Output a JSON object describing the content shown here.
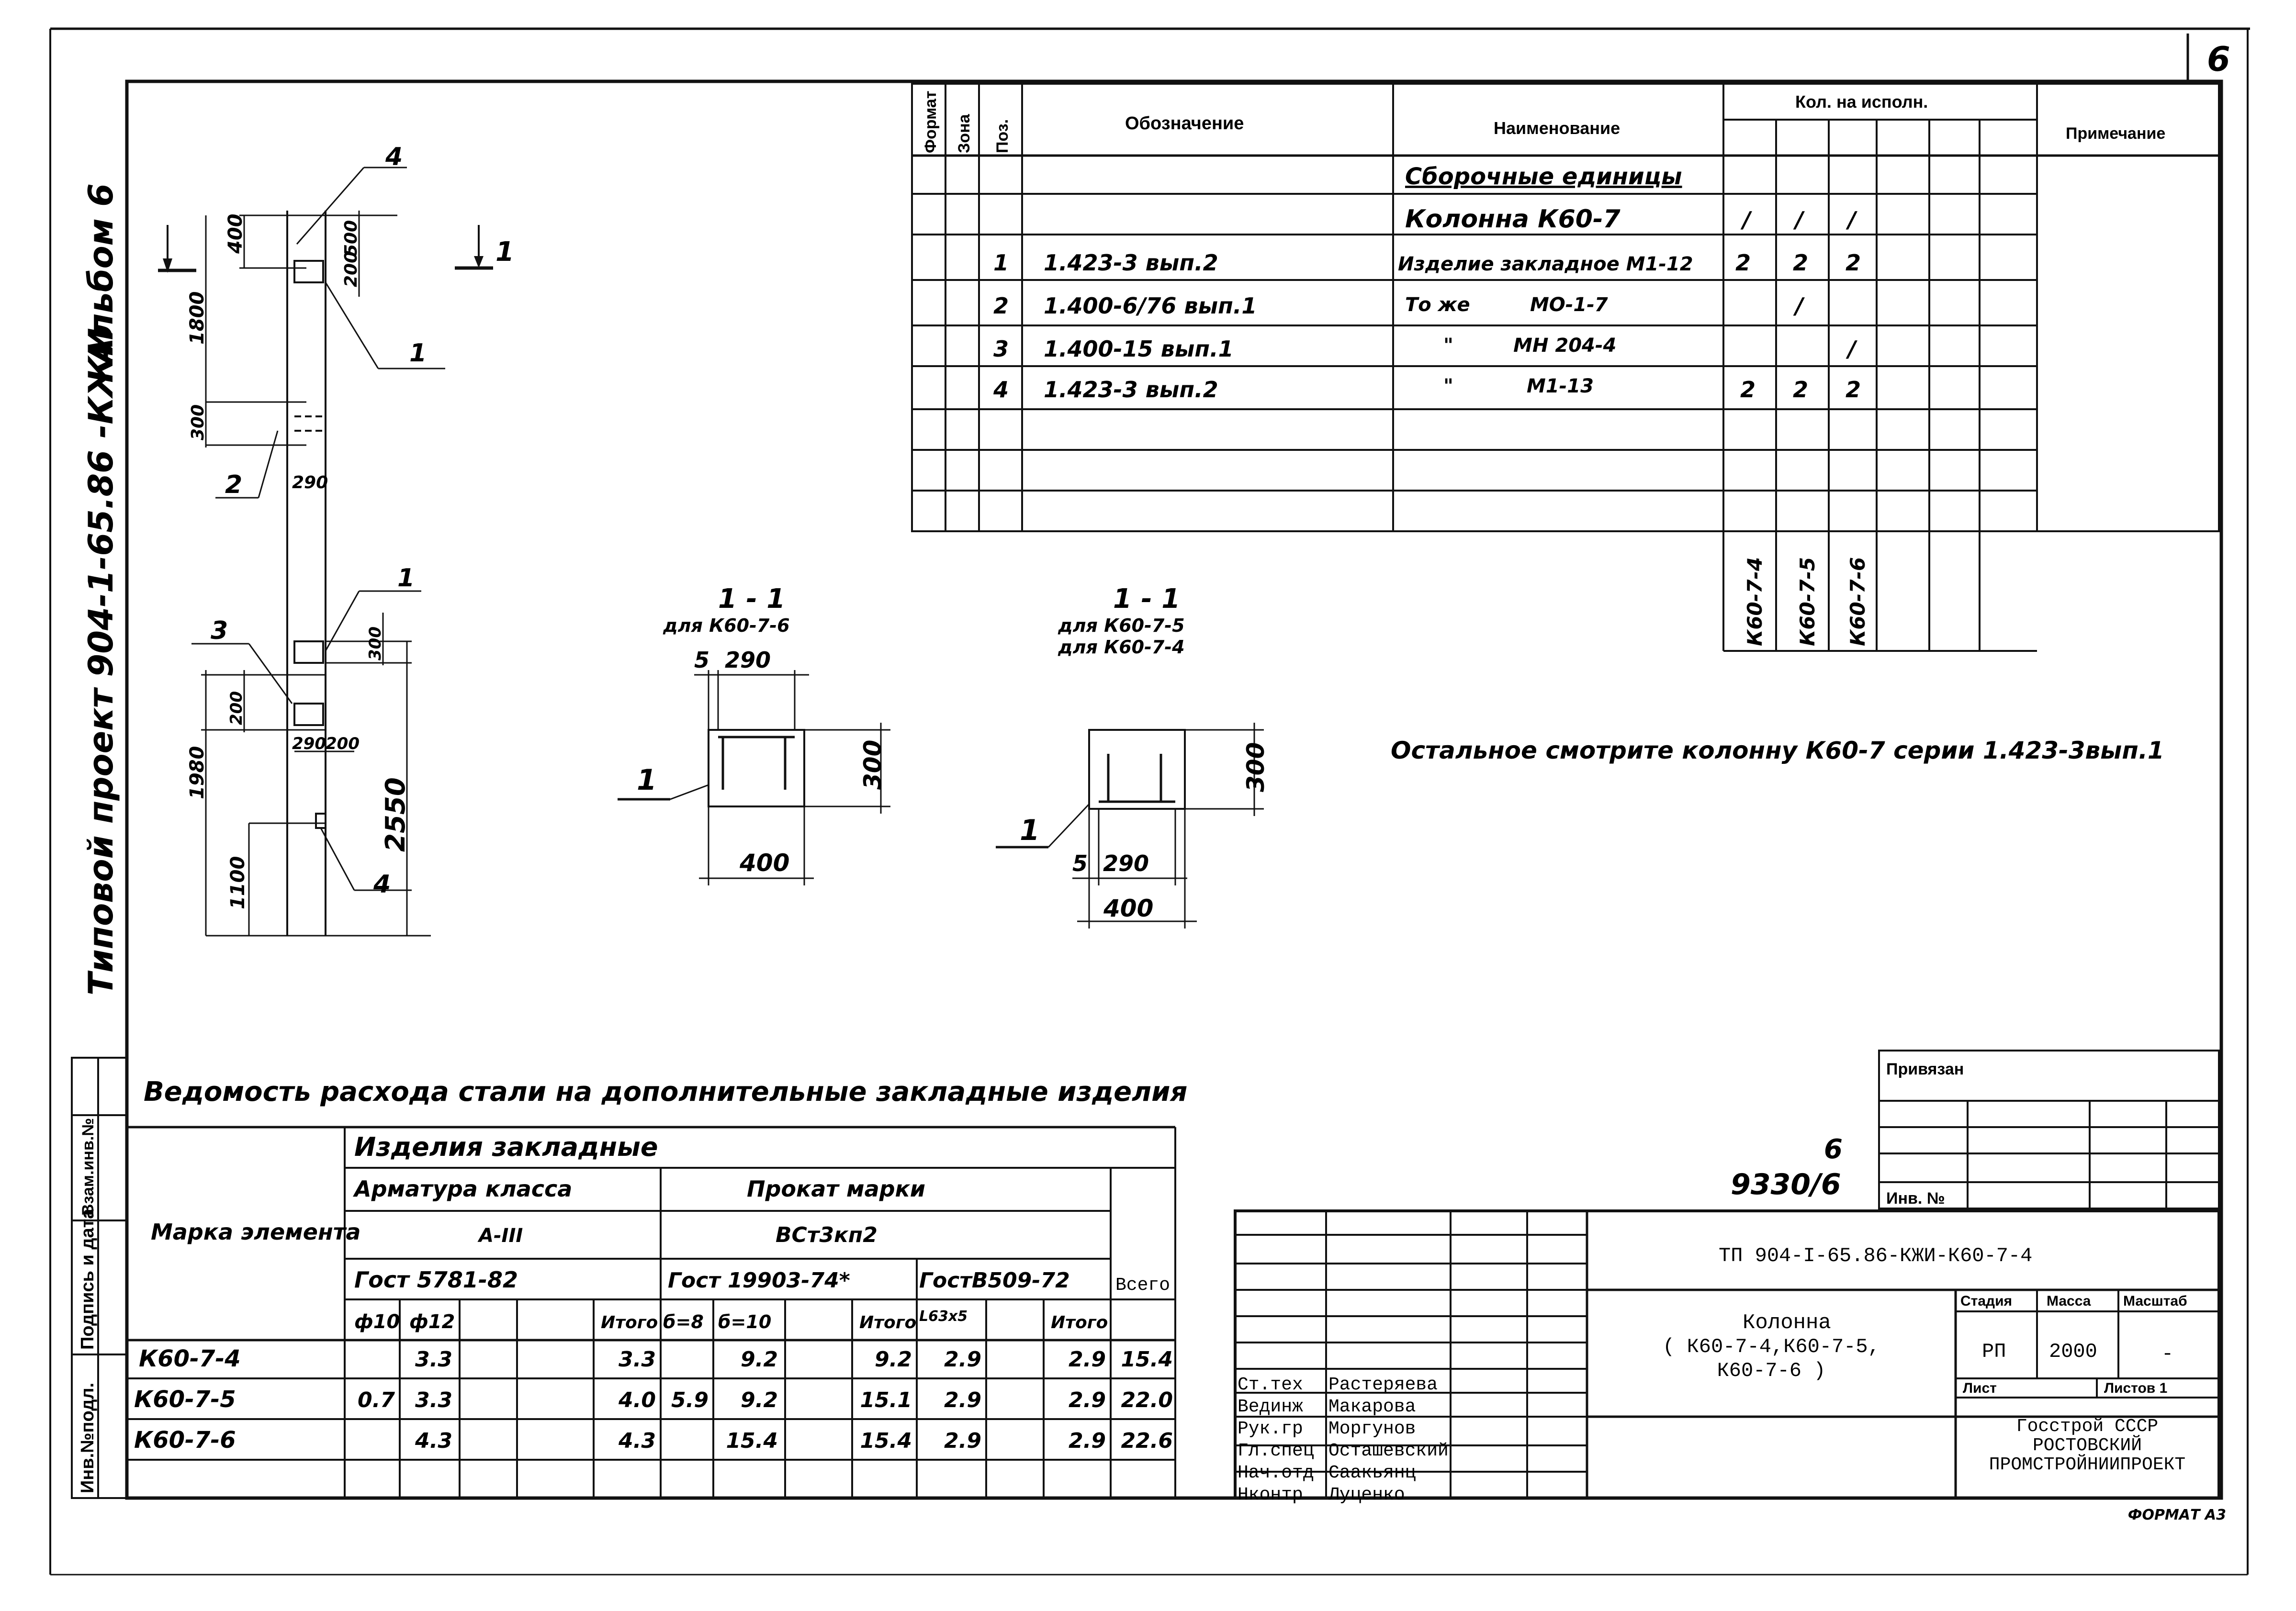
{
  "sheet_number": "6",
  "side_title": {
    "album": "Альбом 6",
    "project": "Типовой проект 904-1-65.86 -КЖИ"
  },
  "side_stamp": [
    "Инв.№подл.",
    "Подпись и дата",
    "Взам.инв.№"
  ],
  "spec_table": {
    "headers": {
      "format": "Формат",
      "zone": "Зона",
      "pos": "Поз.",
      "designation": "Обозначение",
      "name": "Наименование",
      "qty": "Кол. на исполн.",
      "note": "Примечание"
    },
    "section_title": "Сборочные единицы",
    "rows": [
      {
        "pos": "",
        "designation": "",
        "name": "Колонна К60-7",
        "q1": "/",
        "q2": "/",
        "q3": "/"
      },
      {
        "pos": "1",
        "designation": "1.423-3 вып.2",
        "name": "Изделие закладное М1-12",
        "q1": "2",
        "q2": "2",
        "q3": "2"
      },
      {
        "pos": "2",
        "designation": "1.400-6/76 вып.1",
        "name": "То же         МО-1-7",
        "q1": "",
        "q2": "/",
        "q3": ""
      },
      {
        "pos": "3",
        "designation": "1.400-15 вып.1",
        "name": "\"         МН 204-4",
        "q1": "",
        "q2": "",
        "q3": "/"
      },
      {
        "pos": "4",
        "designation": "1.423-3 вып.2",
        "name": "\"           М1-13",
        "q1": "2",
        "q2": "2",
        "q3": "2"
      }
    ],
    "columns_variants": [
      "К60-7-4",
      "К60-7-5",
      "К60-7-6"
    ]
  },
  "note_text": "Остальное смотрите колонну К60-7 серии 1.423-3вып.1",
  "elevation": {
    "section_marker": "1",
    "dims": [
      "400",
      "1800",
      "300",
      "290",
      "200",
      "1980",
      "1100",
      "2550",
      "300",
      "290",
      "200",
      "200",
      "500"
    ],
    "leaders": [
      "4",
      "1",
      "2",
      "1",
      "3",
      "4"
    ]
  },
  "section_a": {
    "title": "1 - 1",
    "subtitle": "для К60-7-6",
    "dim_top": "5  290",
    "dim_side": "300",
    "dim_bottom": "400",
    "leader": "1"
  },
  "section_b": {
    "title": "1 - 1",
    "subtitle1": "для К60-7-5",
    "subtitle2": "для К60-7-4",
    "dim_side": "300",
    "dim_mid": "5  290",
    "dim_bottom": "400",
    "leader": "1"
  },
  "steel_table": {
    "title": "Ведомость расхода стали на дополнительные закладные изделия",
    "mark_header": "Марка элемента",
    "group_header": "Изделия закладные",
    "armature": "Арматура класса",
    "armature_class": "А-III",
    "rolled": "Прокат марки",
    "rolled_grade": "ВСт3кп2",
    "gost1": "Гост 5781-82",
    "gost2": "Гост 19903-74*",
    "gost3": "ГостВ509-72",
    "total_header": "Всего",
    "sub": [
      "ф10",
      "ф12",
      "",
      "",
      "Итого",
      "б=8",
      "б=10",
      "",
      "Итого",
      "L63х5",
      "",
      "Итого"
    ],
    "rows": [
      {
        "mark": "К60-7-4",
        "v": [
          "",
          "3.3",
          "",
          "",
          "3.3",
          "",
          "9.2",
          "",
          "9.2",
          "2.9",
          "",
          "2.9"
        ],
        "total": "15.4"
      },
      {
        "mark": "К60-7-5",
        "v": [
          "0.7",
          "3.3",
          "",
          "",
          "4.0",
          "5.9",
          "9.2",
          "",
          "15.1",
          "2.9",
          "",
          "2.9"
        ],
        "total": "22.0"
      },
      {
        "mark": "К60-7-6",
        "v": [
          "",
          "4.3",
          "",
          "",
          "4.3",
          "",
          "15.4",
          "",
          "15.4",
          "2.9",
          "",
          "2.9"
        ],
        "total": "22.6"
      }
    ]
  },
  "privyazan": "Привязан",
  "inv": {
    "label": "Инв. №",
    "number_top": "6",
    "number": "9330/6"
  },
  "title_block": {
    "code": "ТП 904-I-65.86-КЖИ-К60-7-4",
    "name": "Колонна\n( К60-7-4,К60-7-5,\nК60-7-6 )",
    "stage_h": "Стадия",
    "mass_h": "Масса",
    "scale_h": "Масштаб",
    "stage": "РП",
    "mass": "2000",
    "scale": "-",
    "sheet_h": "Лист",
    "sheets_h": "Листов 1",
    "org": "Госстрой СССР\nРОСТОВСКИЙ\nПРОМСТРОЙНИИПРОЕКТ",
    "signatures": [
      {
        "role": "Ст.тех",
        "name": "Растеряева"
      },
      {
        "role": "Вединж",
        "name": "Макарова"
      },
      {
        "role": "Рук.гр",
        "name": "Моргунов"
      },
      {
        "role": "Гл.спец",
        "name": "Осташевский"
      },
      {
        "role": "Нач.отд",
        "name": "Саакьянц"
      },
      {
        "role": "Нконтр",
        "name": "Луценко"
      }
    ]
  },
  "format_label": "ФОРМАТ А3"
}
